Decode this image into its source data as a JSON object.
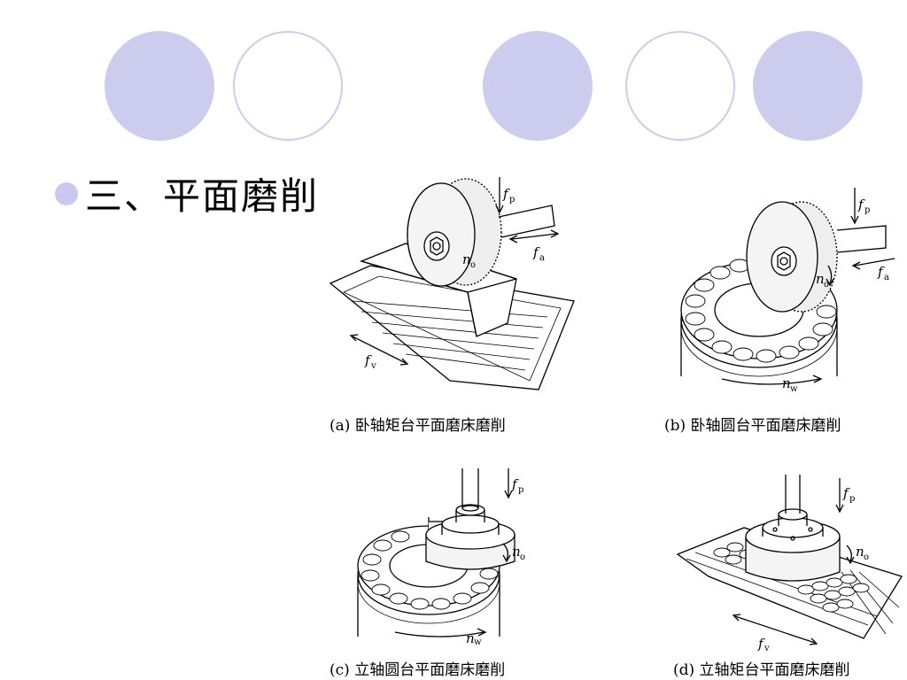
{
  "heading": {
    "text": "三、平面磨削"
  },
  "figures": [
    {
      "caption": "(a) 卧轴矩台平面磨床磨削",
      "labels": {
        "fp": "f",
        "fp_sub": "p",
        "fa": "f",
        "fa_sub": "a",
        "no": "n",
        "no_sub": "o",
        "fv": "f",
        "fv_sub": "v"
      }
    },
    {
      "caption": "(b) 卧轴圆台平面磨床磨削",
      "labels": {
        "fp": "f",
        "fp_sub": "p",
        "fa": "f",
        "fa_sub": "a",
        "no": "n",
        "no_sub": "o",
        "nw": "n",
        "nw_sub": "w"
      }
    },
    {
      "caption": "(c) 立轴圆台平面磨床磨削",
      "labels": {
        "fp": "f",
        "fp_sub": "p",
        "no": "n",
        "no_sub": "o",
        "nw": "n",
        "nw_sub": "w"
      }
    },
    {
      "caption": "(d) 立轴矩台平面磨床磨削",
      "labels": {
        "fp": "f",
        "fp_sub": "p",
        "no": "n",
        "no_sub": "o",
        "fv": "f",
        "fv_sub": "v"
      }
    }
  ]
}
